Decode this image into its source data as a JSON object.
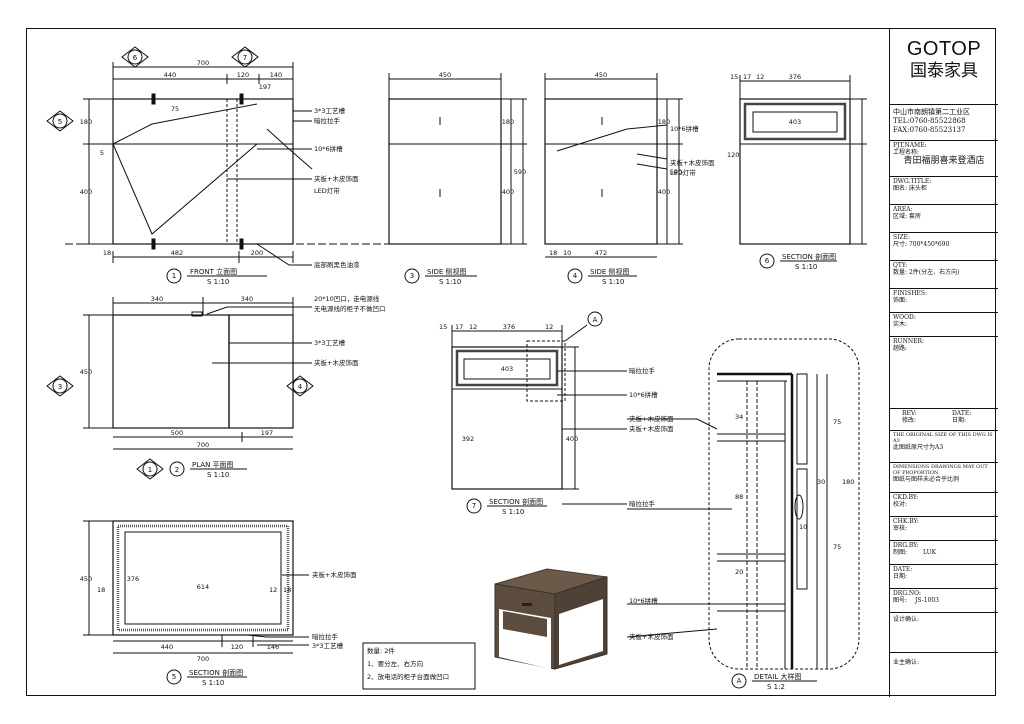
{
  "title_block": {
    "brand_en": "GOTOP",
    "brand_cn": "国泰家具",
    "address_lines": [
      "中山市南朗镇第二工业区",
      "TEL:0760-85522868",
      "FAX:0760-85523137"
    ],
    "project_label_en": "PJT.NAME:",
    "project_label_cn": "工程名称:",
    "project_name": "青田福朋喜来登酒店",
    "dwg_title_label_en": "DWG.TITLE:",
    "dwg_title_label_cn": "图名:",
    "dwg_title_value": "床头柜",
    "area_label_en": "AREA:",
    "area_label_cn": "区域:",
    "area_value": "套房",
    "size_label_en": "SIZE:",
    "size_label_cn": "尺寸:",
    "size_value": "700*450*690",
    "qty_label_en": "QTY:",
    "qty_label_cn": "数量:",
    "qty_value": "2件(分左、右方向)",
    "finishes_label_en": "FINISHES:",
    "finishes_label_cn": "饰面:",
    "wood_label_en": "WOOD:",
    "wood_label_cn": "实木:",
    "runner_label_en": "RUNNER:",
    "runner_label_cn": "趟路:",
    "rev_label_en": "REV:",
    "rev_label_cn": "修改:",
    "date_label_en": "DATE:",
    "date_label_cn": "日期:",
    "note_size_en": "THE ORIGINAL SIZE OF THIS DWG IS A3",
    "note_size_cn": "此图纸原尺寸为A3",
    "note_scale_en": "DIMENSIONS DRAWINGS MAY OUT OF PROPORTION",
    "note_scale_cn": "图纸与图样未必合乎比例",
    "ckd_label_en": "CKD.BY:",
    "ckd_label_cn": "校对:",
    "chk_label_en": "CHK.BY:",
    "chk_label_cn": "审核:",
    "drg_label_en": "DRG.BY:",
    "drg_label_cn": "制图:",
    "drg_value": "LUK",
    "date2_label_en": "DATE:",
    "date2_label_cn": "日期:",
    "dwg_no_label_en": "DRG.NO:",
    "dwg_no_label_cn": "图号:",
    "dwg_no_value": "JS-1003",
    "design_confirm": "设计确认:",
    "owner_confirm": "业主确认:"
  },
  "views": {
    "front": {
      "num": "1",
      "title": "FRONT 立面图",
      "scale": "S 1:10"
    },
    "side3": {
      "num": "3",
      "title": "SIDE 侧视图",
      "scale": "S 1:10"
    },
    "side4": {
      "num": "4",
      "title": "SIDE 侧视图",
      "scale": "S 1:10"
    },
    "section6": {
      "num": "6",
      "title": "SECTION 剖面图",
      "scale": "S 1:10"
    },
    "plan": {
      "num": "2",
      "title": "PLAN 平面图",
      "scale": "S 1:10"
    },
    "section7": {
      "num": "7",
      "title": "SECTION 剖面图",
      "scale": "S 1:10"
    },
    "section5": {
      "num": "5",
      "title": "SECTION 剖面图",
      "scale": "S 1:10"
    },
    "detail": {
      "num": "A",
      "title": "DETAIL 大样图",
      "scale": "S 1:2"
    }
  },
  "dims": {
    "front_total": "700",
    "front_440": "440",
    "front_120": "120",
    "front_140": "140",
    "front_197": "197",
    "front_482": "482",
    "front_200": "200",
    "front_18": "18",
    "front_400": "400",
    "front_180": "180",
    "front_75": "75",
    "front_5": "5",
    "side_450": "450",
    "side_590": "590",
    "side_180": "180",
    "side_400": "400",
    "side_472": "472",
    "side_18": "18",
    "side_10": "10",
    "sec6_15": "15",
    "sec6_17": "17",
    "sec6_12": "12",
    "sec6_376": "376",
    "sec6_403": "403",
    "sec6_120": "120",
    "plan_340a": "340",
    "plan_340b": "340",
    "plan_450": "450",
    "plan_500": "500",
    "plan_197": "197",
    "plan_700": "700",
    "sec7_403": "403",
    "sec7_392": "392",
    "sec7_400": "400",
    "sec5_614": "614",
    "sec5_376": "376",
    "sec5_450": "450",
    "sec5_440": "440",
    "sec5_120": "120",
    "sec5_146": "146",
    "sec5_700": "700",
    "sec5_18": "18",
    "sec5_12": "12",
    "det_75a": "75",
    "det_34": "34",
    "det_88": "88",
    "det_30": "30",
    "det_180": "180",
    "det_75b": "75",
    "det_20": "20",
    "det_10": "10"
  },
  "notes": {
    "craft_3x3": "3*3工艺槽",
    "hidden_handle": "暗拉拉手",
    "groove_10x6": "10*6拼槽",
    "plywood_veneer": "夹板+木皮饰面",
    "led_strip": "LED灯带",
    "black_paint": "底部刷黑色油漆",
    "hole_note_1": "20*10凹口，走电源线",
    "hole_note_2": "无电源线的柜子不做凹口",
    "qty_title": "数量: 2件",
    "qty_1": "1、要分左、右方向",
    "qty_2": "2、放电话的柜子台面做凹口"
  }
}
